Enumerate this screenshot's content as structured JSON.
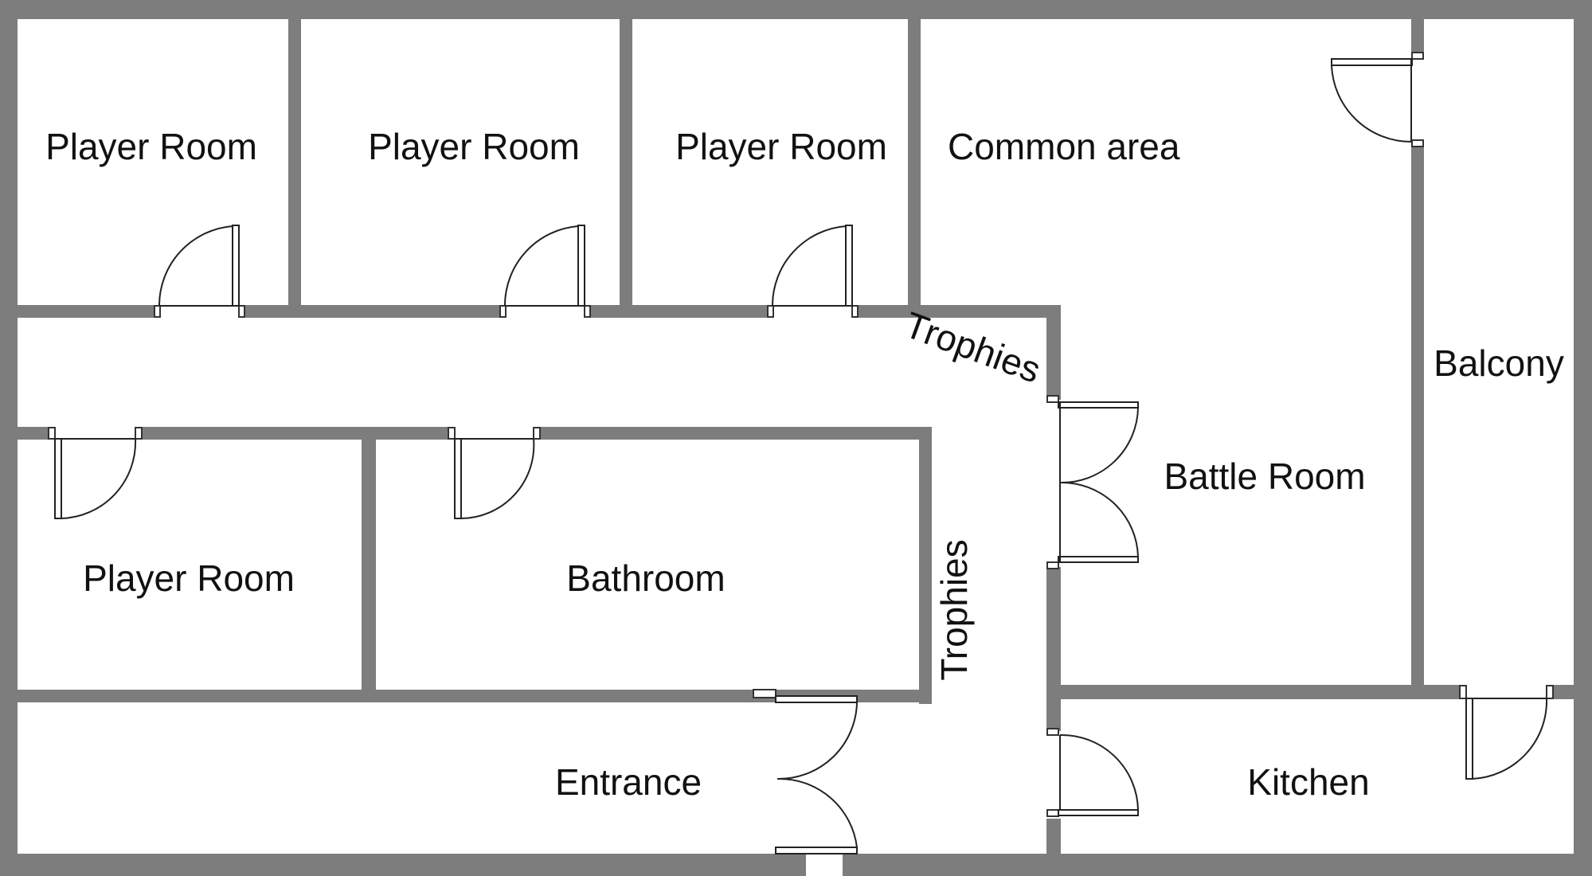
{
  "colors": {
    "wall": "#7d7d7d",
    "floor": "#ffffff",
    "line": "#222222",
    "text": "#111111"
  },
  "rooms": {
    "player_room_1": "Player Room",
    "player_room_2": "Player Room",
    "player_room_3": "Player Room",
    "player_room_4": "Player Room",
    "common_area": "Common area",
    "balcony": "Balcony",
    "battle_room": "Battle Room",
    "bathroom": "Bathroom",
    "entrance": "Entrance",
    "kitchen": "Kitchen"
  },
  "annotations": {
    "trophies_corridor": "Trophies",
    "trophies_hall": "Trophies"
  }
}
